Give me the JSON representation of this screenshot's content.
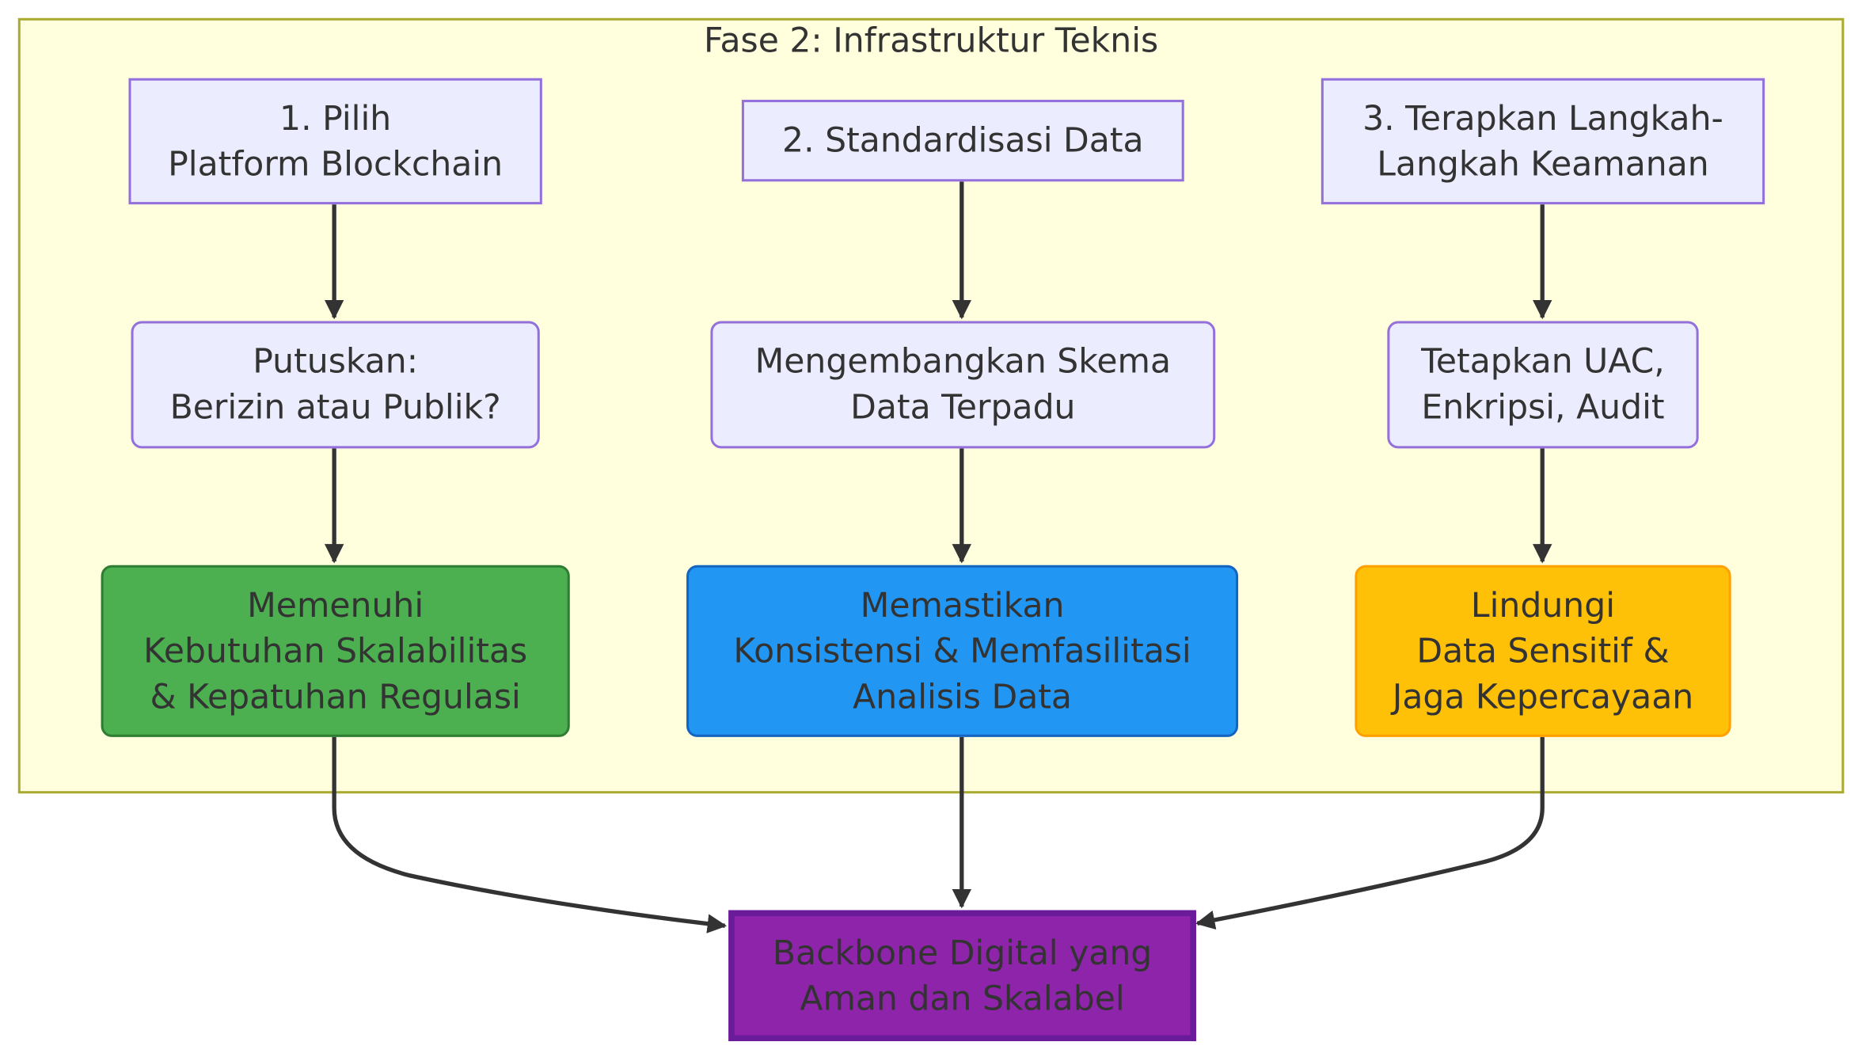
{
  "diagram": {
    "cluster_title": "Fase 2: Infrastruktur Teknis",
    "nodes": {
      "a1": "1. Pilih\nPlatform Blockchain",
      "a2": "Putuskan:\nBerizin atau Publik?",
      "a3": "Memenuhi\nKebutuhan Skalabilitas\n& Kepatuhan Regulasi",
      "b1": "2. Standardisasi Data",
      "b2": "Mengembangkan Skema\nData Terpadu",
      "b3": "Memastikan\nKonsistensi & Memfasilitasi\nAnalisis Data",
      "c1": "3. Terapkan Langkah-\nLangkah Keamanan",
      "c2": "Tetapkan UAC,\nEnkripsi, Audit",
      "c3": "Lindungi\nData Sensitif &\nJaga Kepercayaan",
      "final": "Backbone Digital yang\nAman dan Skalabel"
    },
    "edges": [
      {
        "from": "a1",
        "to": "a2"
      },
      {
        "from": "a2",
        "to": "a3"
      },
      {
        "from": "a3",
        "to": "final"
      },
      {
        "from": "b1",
        "to": "b2"
      },
      {
        "from": "b2",
        "to": "b3"
      },
      {
        "from": "b3",
        "to": "final"
      },
      {
        "from": "c1",
        "to": "c2"
      },
      {
        "from": "c2",
        "to": "c3"
      },
      {
        "from": "c3",
        "to": "final"
      }
    ],
    "colors": {
      "cluster_fill": "#ffffde",
      "cluster_border": "#aaaa33",
      "node_fill": "#ececff",
      "node_border": "#9370db",
      "green": "#4caf50",
      "blue": "#2196f3",
      "amber": "#ffc107",
      "purple": "#8e24aa",
      "edge": "#333333"
    }
  }
}
